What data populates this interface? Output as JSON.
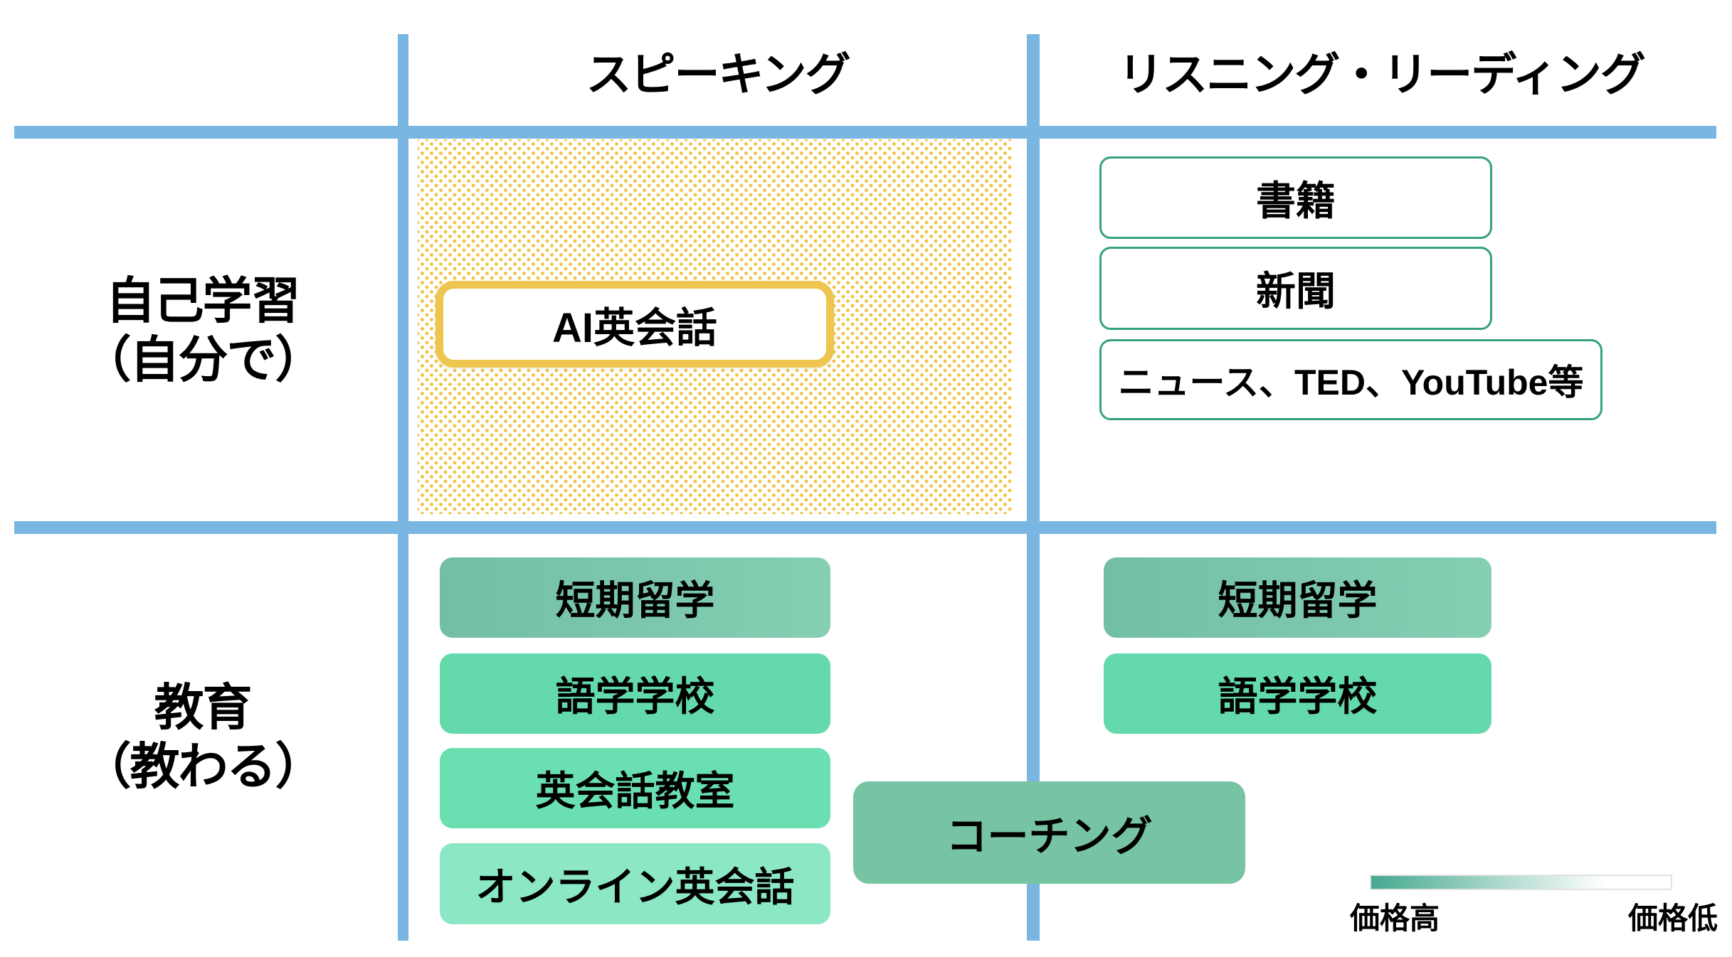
{
  "columns": {
    "speaking": "スピーキング",
    "listening_reading": "リスニング・リーディング"
  },
  "rows": {
    "self_study": {
      "line1": "自己学習",
      "line2": "（自分で）"
    },
    "education": {
      "line1": "教育",
      "line2": "（教わる）"
    }
  },
  "cells": {
    "self_speaking": {
      "highlight_label": "AI英会話"
    },
    "self_listening": {
      "items": [
        "書籍",
        "新聞",
        "ニュース、TED、YouTube等"
      ]
    },
    "education_speaking": {
      "items": [
        "短期留学",
        "語学学校",
        "英会話教室",
        "オンライン英会話"
      ]
    },
    "education_listening": {
      "items": [
        "短期留学",
        "語学学校"
      ]
    },
    "spanning": {
      "coaching_label": "コーチング"
    }
  },
  "legend": {
    "price_high": "価格高",
    "price_low": "価格低"
  },
  "colors": {
    "grid_blue": "#79b6e2",
    "dot_yellow": "#f2c445",
    "gold_border": "#eec64f",
    "teal_outline": "#35a183",
    "sage_green": "#72bfa3",
    "sage_green_light": "#85cfb3",
    "mid_green": "#64d9ac",
    "mid_green_2": "#6adfb2",
    "light_mint": "#8ce7c4",
    "coaching_green": "#77c4a5",
    "legend_teal": "#46a98f"
  }
}
